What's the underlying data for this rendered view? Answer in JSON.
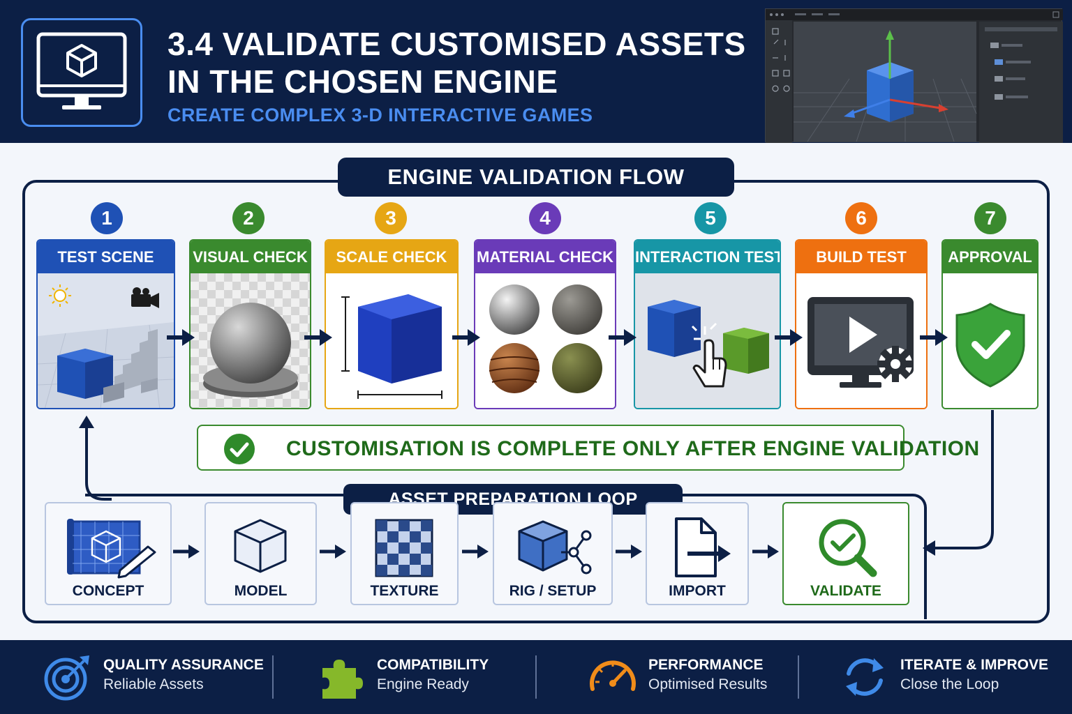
{
  "header": {
    "title": "3.4 Validate Customised Assets in the Chosen Engine",
    "subtitle": "CREATE COMPLEX 3-D INTERACTIVE GAMES",
    "icon": "monitor-cube-icon"
  },
  "flow": {
    "label": "ENGINE VALIDATION FLOW",
    "steps": [
      {
        "number": "1",
        "label": "TEST SCENE",
        "color": "#1f51b5"
      },
      {
        "number": "2",
        "label": "VISUAL CHECK",
        "color": "#3a8a2e"
      },
      {
        "number": "3",
        "label": "SCALE CHECK",
        "color": "#e6a614"
      },
      {
        "number": "4",
        "label": "MATERIAL CHECK",
        "color": "#6a3bb8"
      },
      {
        "number": "5",
        "label": "INTERACTION TEST",
        "color": "#1796a6"
      },
      {
        "number": "6",
        "label": "BUILD TEST",
        "color": "#ee7010"
      },
      {
        "number": "7",
        "label": "APPROVAL",
        "color": "#3a8a2e"
      }
    ]
  },
  "notice": {
    "text": "CUSTOMISATION IS COMPLETE ONLY AFTER ENGINE VALIDATION",
    "icon": "check-circle-icon"
  },
  "loop": {
    "label": "ASSET PREPARATION LOOP",
    "items": [
      {
        "label": "CONCEPT",
        "icon": "blueprint-icon"
      },
      {
        "label": "MODEL",
        "icon": "wireframe-cube-icon"
      },
      {
        "label": "TEXTURE",
        "icon": "checker-texture-icon"
      },
      {
        "label": "RIG / SETUP",
        "icon": "rig-cube-icon"
      },
      {
        "label": "IMPORT",
        "icon": "import-file-icon"
      },
      {
        "label": "VALIDATE",
        "icon": "magnifier-check-icon"
      }
    ]
  },
  "footer": {
    "features": [
      {
        "title": "QUALITY ASSURANCE",
        "subtitle": "Reliable Assets",
        "icon": "target-icon"
      },
      {
        "title": "COMPATIBILITY",
        "subtitle": "Engine Ready",
        "icon": "puzzle-icon"
      },
      {
        "title": "PERFORMANCE",
        "subtitle": "Optimised Results",
        "icon": "gauge-icon"
      },
      {
        "title": "ITERATE & IMPROVE",
        "subtitle": "Close the Loop",
        "icon": "cycle-arrows-icon"
      }
    ]
  },
  "colors": {
    "navy": "#0c1f45",
    "accent_blue": "#4a8df0",
    "green": "#3a8a2e"
  }
}
